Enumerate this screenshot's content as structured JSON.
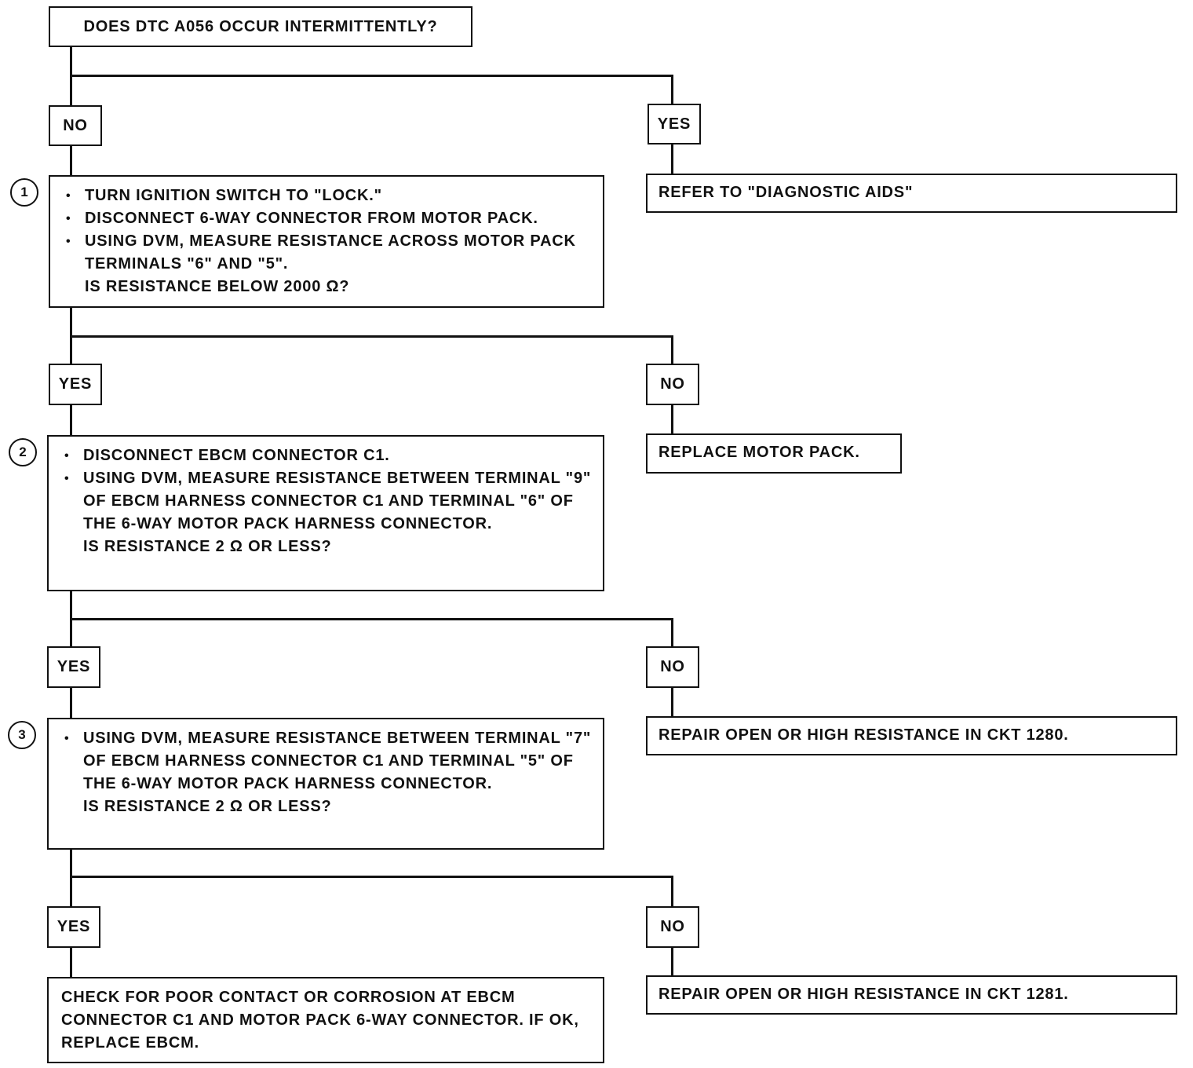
{
  "start": {
    "question": "DOES DTC A056 OCCUR INTERMITTENTLY?"
  },
  "branch0": {
    "left_label": "NO",
    "right_label": "YES",
    "right_result": "REFER TO \"DIAGNOSTIC AIDS\""
  },
  "step1": {
    "number": "1",
    "bullets": [
      "TURN IGNITION SWITCH TO \"LOCK.\"",
      "DISCONNECT 6-WAY CONNECTOR FROM MOTOR PACK.",
      "USING DVM, MEASURE RESISTANCE ACROSS MOTOR PACK TERMINALS \"6\" AND \"5\"."
    ],
    "question": "IS RESISTANCE BELOW 2000 Ω?",
    "left_label": "YES",
    "right_label": "NO",
    "right_result": "REPLACE MOTOR PACK."
  },
  "step2": {
    "number": "2",
    "bullets": [
      "DISCONNECT EBCM CONNECTOR C1.",
      "USING DVM, MEASURE RESISTANCE BETWEEN TERMINAL \"9\" OF EBCM HARNESS CONNECTOR C1 AND TERMINAL \"6\" OF THE 6-WAY MOTOR PACK HARNESS CONNECTOR."
    ],
    "question": "IS RESISTANCE 2 Ω OR LESS?",
    "left_label": "YES",
    "right_label": "NO",
    "right_result": "REPAIR OPEN OR HIGH RESISTANCE IN CKT 1280."
  },
  "step3": {
    "number": "3",
    "bullets": [
      "USING DVM, MEASURE RESISTANCE BETWEEN TERMINAL \"7\" OF EBCM HARNESS CONNECTOR C1 AND TERMINAL \"5\" OF THE 6-WAY MOTOR PACK HARNESS CONNECTOR."
    ],
    "question": "IS RESISTANCE 2 Ω OR LESS?",
    "left_label": "YES",
    "right_label": "NO",
    "left_result": "CHECK FOR POOR CONTACT OR CORROSION AT EBCM CONNECTOR C1 AND MOTOR PACK 6-WAY CONNECTOR. IF OK, REPLACE EBCM.",
    "right_result": "REPAIR OPEN OR HIGH RESISTANCE IN CKT 1281."
  }
}
